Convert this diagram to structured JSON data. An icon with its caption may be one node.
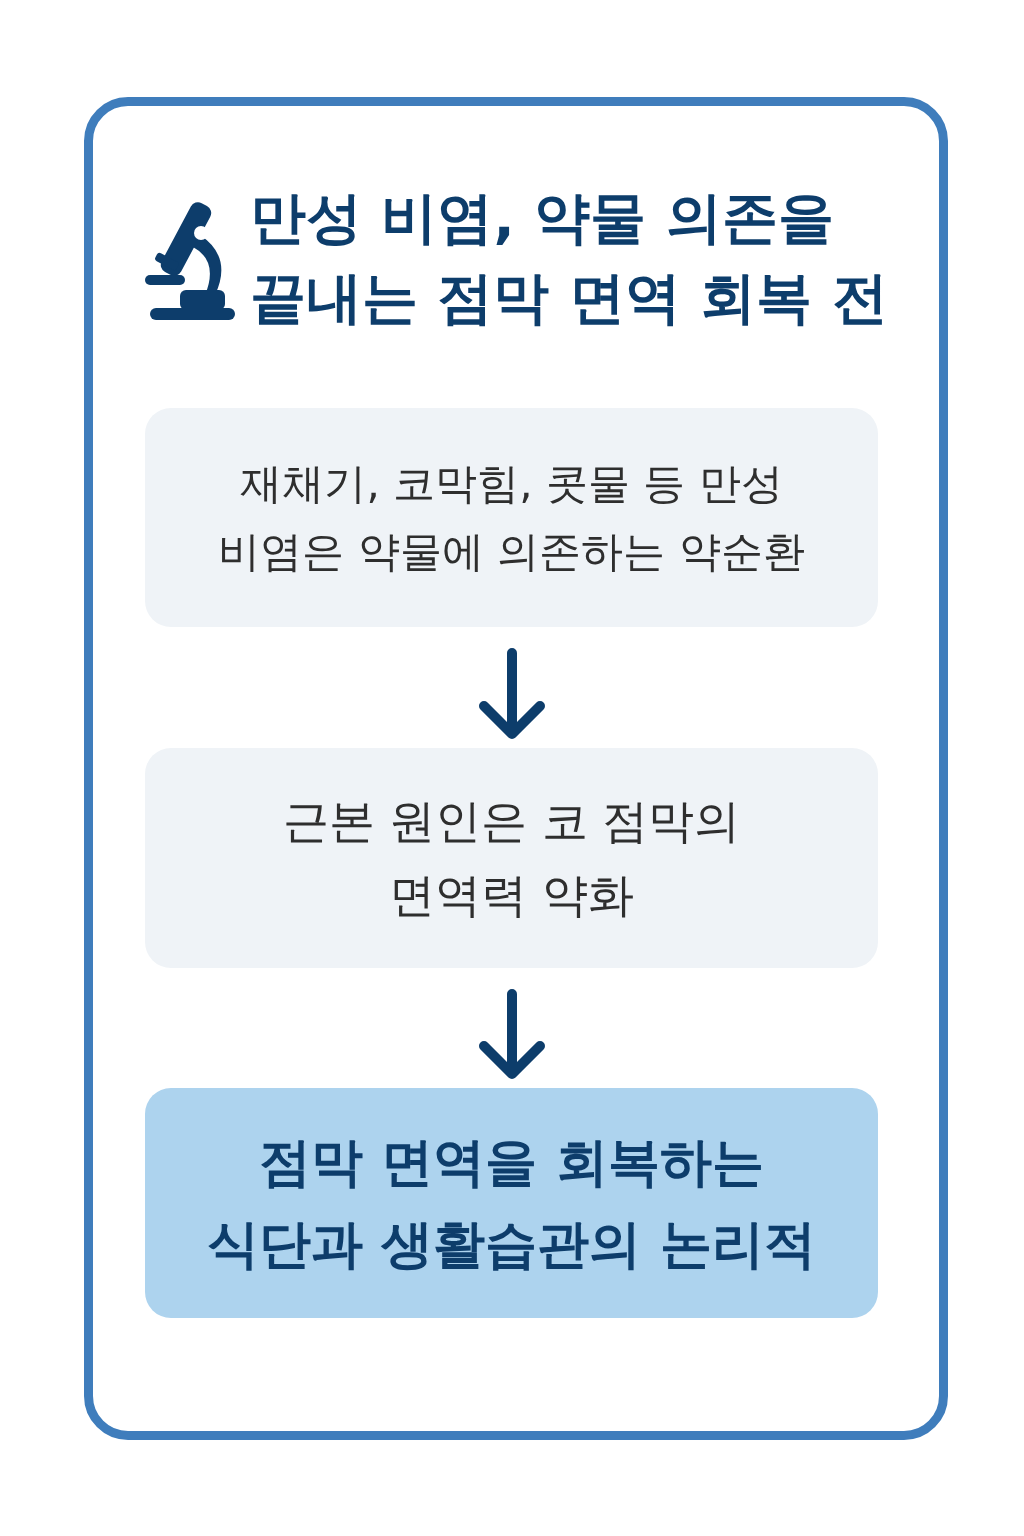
{
  "diagram": {
    "title": "만성 비염, 약물 의존을 끝내는 점막 면역 회복 전",
    "nodes": [
      {
        "text": [
          "재채기, 코막힘, 콧물 등 만성 비염은 약물에 의존하는 약순환"
        ]
      },
      {
        "text": [
          "근본 원인은 코 점막의 면역력 약화"
        ]
      },
      {
        "text": [
          "점막 면역을 회복하는 식단과 생활습관의 논리적"
        ]
      }
    ],
    "edges": [
      {
        "from": 0,
        "to": 1,
        "arrow": "to"
      },
      {
        "from": 1,
        "to": 2,
        "arrow": "to"
      }
    ]
  }
}
